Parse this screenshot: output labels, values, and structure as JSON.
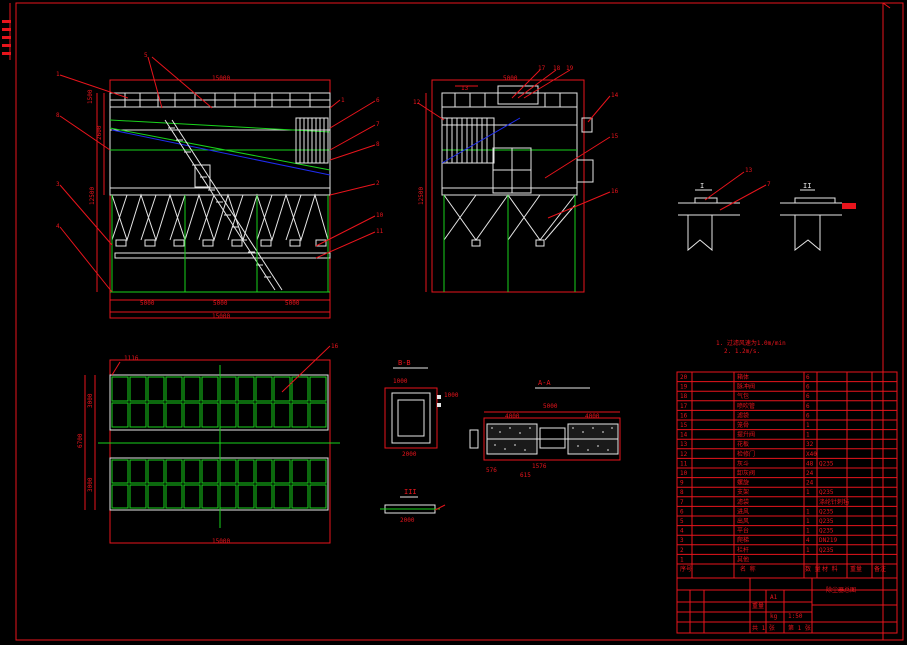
{
  "colors": {
    "background": "#000000",
    "red": "#e8141c",
    "white": "#e6e6e6",
    "green": "#19d21c",
    "blue": "#1e2cf0"
  },
  "front_view": {
    "dims": {
      "top_overall": "15000",
      "bottom_span_1": "5000",
      "bottom_span_2": "5000",
      "bottom_span_3": "5000",
      "bottom_overall": "15000",
      "left_a": "1500",
      "left_b": "2600",
      "left_c": "12500"
    },
    "callouts": [
      "1",
      "5",
      "8",
      "3",
      "4",
      "6",
      "7",
      "8",
      "2",
      "10",
      "11",
      "1"
    ]
  },
  "side_view": {
    "dims": {
      "top": "5000",
      "left": "12500"
    },
    "callouts": [
      "12",
      "13",
      "17",
      "18",
      "19",
      "14",
      "15",
      "16"
    ]
  },
  "details": {
    "label_a": "I",
    "label_b": "II",
    "callouts": [
      "13",
      "7"
    ]
  },
  "plan_view": {
    "dims": {
      "bottom": "15000",
      "left_a": "3000",
      "left_b": "3000",
      "left_c": "6700",
      "top_left": "1116"
    },
    "callouts": [
      "16"
    ]
  },
  "section_b": {
    "title": "B-B",
    "dims": {
      "top": "1000",
      "bottom": "2000",
      "right": "1000"
    }
  },
  "section_a": {
    "title": "A-A",
    "dims": {
      "top": "5000",
      "top_left": "4000",
      "top_right": "4000",
      "bottom_a": "576",
      "bottom_b": "615",
      "bottom_c": "1576"
    }
  },
  "detail_small": {
    "title": "III",
    "dims": {
      "bottom": "2000"
    }
  },
  "notes": {
    "line1": "1. 过滤风速为1.0m/min",
    "line2": "2. 1.2m/s."
  },
  "parts_table": {
    "rows": [
      {
        "no": "20",
        "name": "箱体",
        "qty": "6",
        "mat": ""
      },
      {
        "no": "19",
        "name": "脉冲阀",
        "qty": "6",
        "mat": ""
      },
      {
        "no": "18",
        "name": "气包",
        "qty": "6",
        "mat": ""
      },
      {
        "no": "17",
        "name": "喷吹管",
        "qty": "6",
        "mat": ""
      },
      {
        "no": "16",
        "name": "滤袋",
        "qty": "6",
        "mat": ""
      },
      {
        "no": "15",
        "name": "笼骨",
        "qty": "1",
        "mat": ""
      },
      {
        "no": "14",
        "name": "提升阀",
        "qty": "1",
        "mat": ""
      },
      {
        "no": "13",
        "name": "花板",
        "qty": "32",
        "mat": ""
      },
      {
        "no": "12",
        "name": "检修门",
        "qty": "X40",
        "mat": ""
      },
      {
        "no": "11",
        "name": "灰斗",
        "qty": "48",
        "mat": "Q235"
      },
      {
        "no": "10",
        "name": "卸灰阀",
        "qty": "24",
        "mat": ""
      },
      {
        "no": "9",
        "name": "螺旋",
        "qty": "24",
        "mat": ""
      },
      {
        "no": "8",
        "name": "支架",
        "qty": "1",
        "mat": "Q235"
      },
      {
        "no": "7",
        "name": "滤袋",
        "qty": "",
        "mat": "涤纶针刺毡"
      },
      {
        "no": "6",
        "name": "进风",
        "qty": "1",
        "mat": "Q235"
      },
      {
        "no": "5",
        "name": "出风",
        "qty": "1",
        "mat": "Q235"
      },
      {
        "no": "4",
        "name": "平台",
        "qty": "1",
        "mat": "Q235"
      },
      {
        "no": "3",
        "name": "爬梯",
        "qty": "4",
        "mat": "DN219"
      },
      {
        "no": "2",
        "name": "栏杆",
        "qty": "1",
        "mat": "Q235"
      },
      {
        "no": "1",
        "name": "其他",
        "qty": "",
        "mat": ""
      }
    ],
    "header": {
      "no": "序号",
      "name": "名 称",
      "qty": "数 量",
      "mat": "材 料",
      "wt": "重量",
      "note": "备注"
    }
  },
  "title_block": {
    "project": "除尘器总图",
    "size": "A1",
    "weight_label": "重量",
    "weight": "kg",
    "scale": "1:50",
    "sheet_label": "共 1 张",
    "sheet_no": "第 1 张"
  }
}
